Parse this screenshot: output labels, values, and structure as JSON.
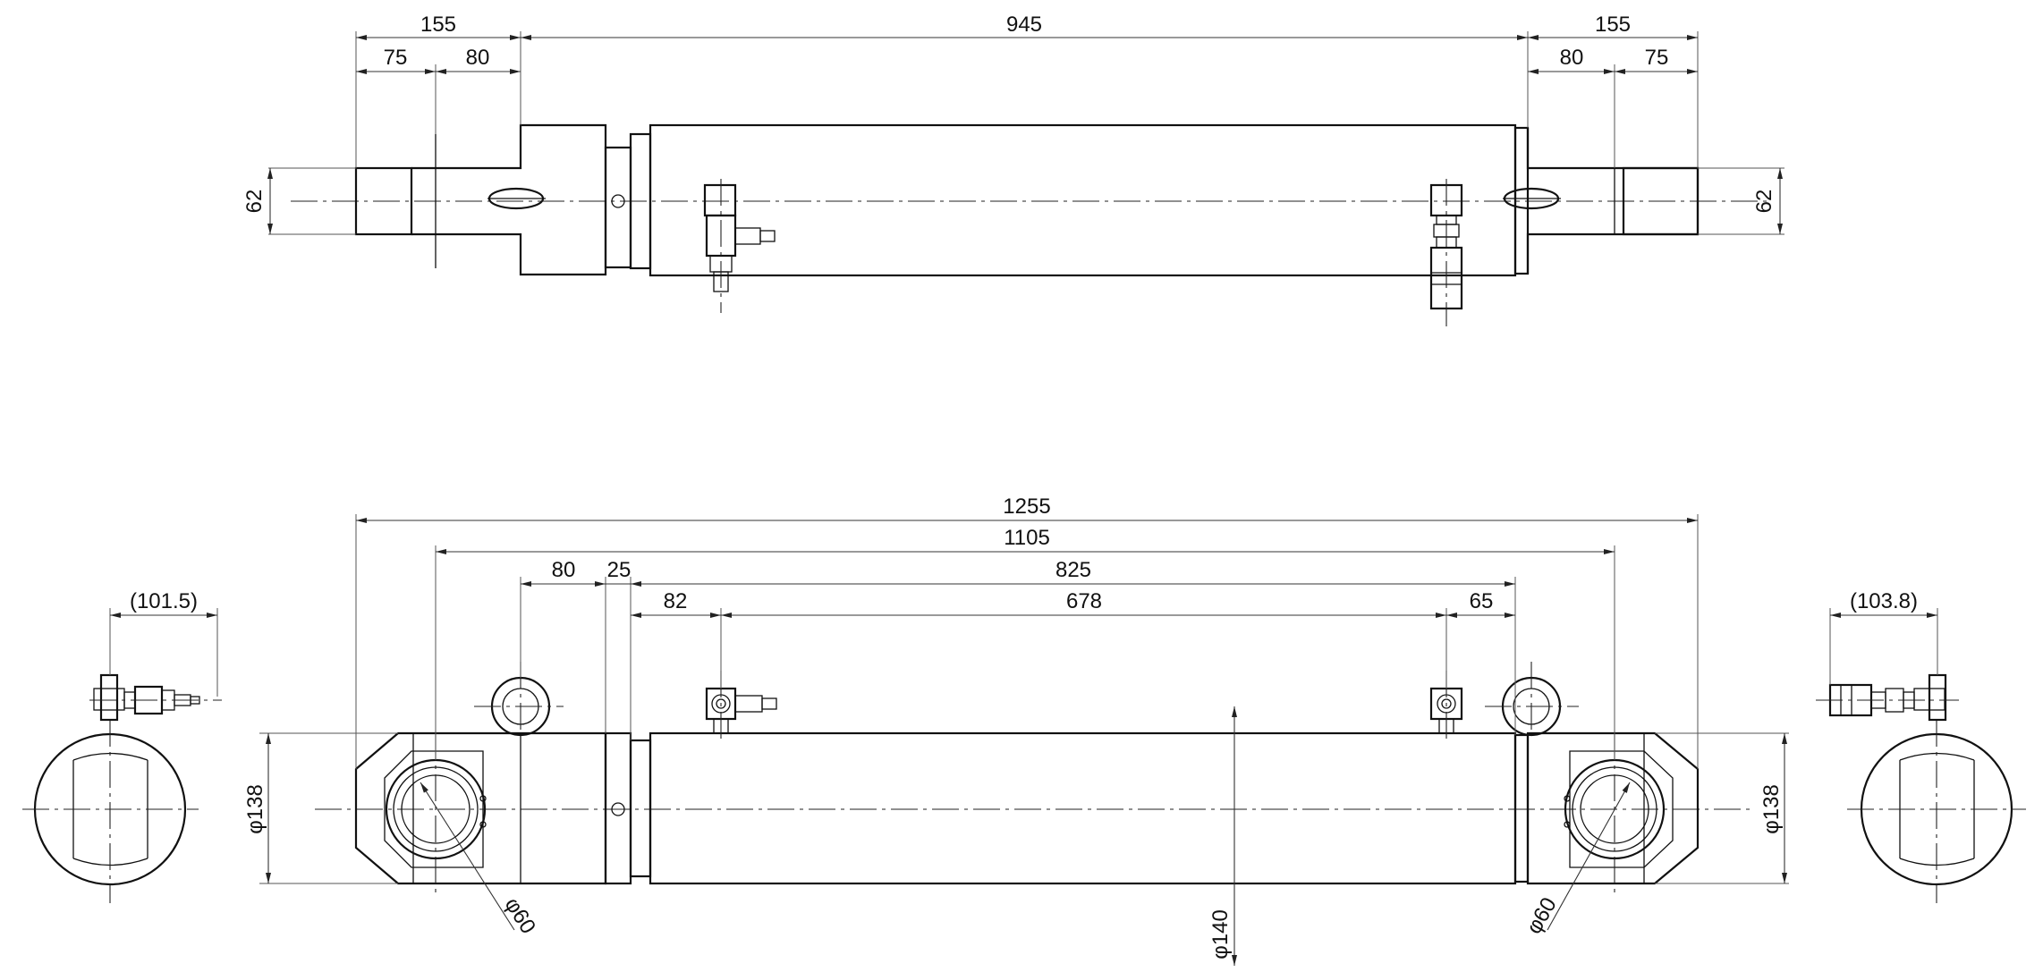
{
  "dimensions": {
    "top_left_total": "155",
    "top_left_a": "75",
    "top_left_b": "80",
    "top_span": "945",
    "top_right_total": "155",
    "top_right_a": "80",
    "top_right_b": "75",
    "top_left_height": "62",
    "top_right_height": "62",
    "overall_length": "1255",
    "pin_centers": "1105",
    "gap_80": "80",
    "gap_25": "25",
    "barrel_825": "825",
    "port_offset_82": "82",
    "port_span_678": "678",
    "port_offset_65": "65",
    "left_height_138": "φ138",
    "right_height_138": "φ138",
    "left_pin_dia": "φ60",
    "right_pin_dia": "φ60",
    "barrel_dia": "φ140",
    "left_end_ref": "(101.5)",
    "right_end_ref": "(103.8)"
  }
}
